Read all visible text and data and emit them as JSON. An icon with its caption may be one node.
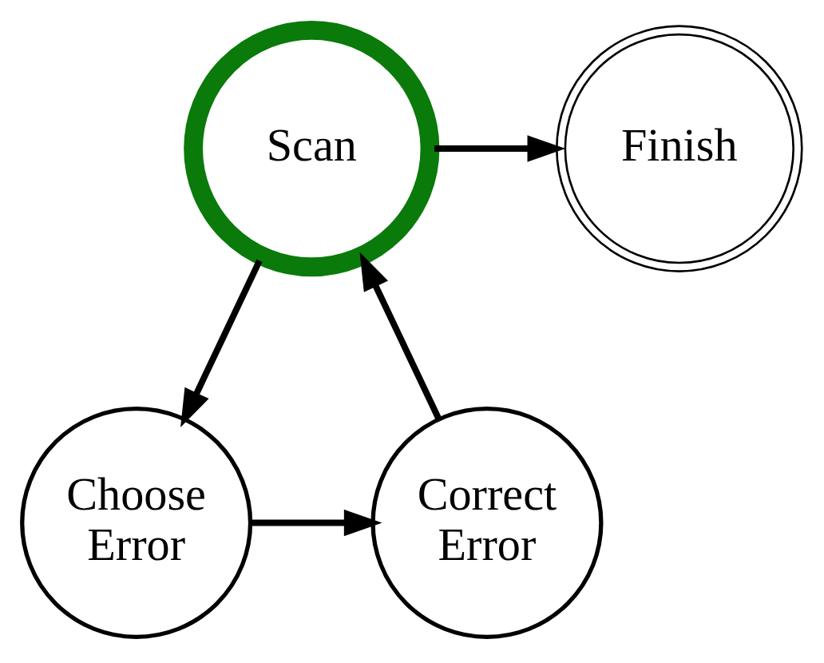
{
  "diagram": {
    "nodes": [
      {
        "text": [
          "Scan"
        ]
      },
      {
        "text": [
          "Finish"
        ]
      },
      {
        "text": [
          "Choose Error"
        ]
      },
      {
        "text": [
          "Correct Error"
        ]
      }
    ],
    "edges": [
      {
        "from": 0,
        "to": 1,
        "arrow": "to"
      },
      {
        "from": 0,
        "to": 2,
        "arrow": "to"
      },
      {
        "from": 2,
        "to": 3,
        "arrow": "to"
      },
      {
        "from": 3,
        "to": 0,
        "arrow": "to"
      }
    ]
  }
}
